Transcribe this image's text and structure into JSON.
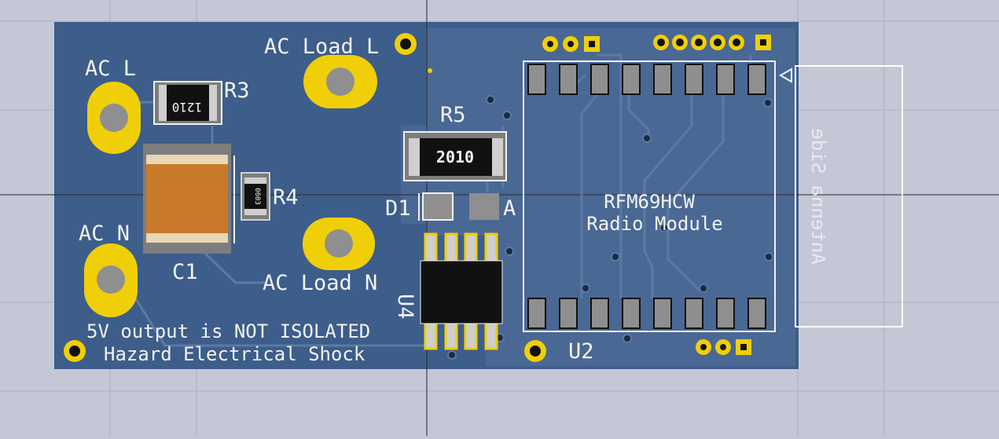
{
  "colors": {
    "background": "#c4c8d6",
    "grid": "#a9adbd",
    "board": "#3d5d8a",
    "board_shade": "#4a6894",
    "copper_trace": "#5a7aa6",
    "pad_gold": "#f0cf08",
    "silk": "#f2f2f2",
    "component_body": "#111111",
    "capacitor_body": "#c87a2a",
    "pad_gray": "#8f8f8f",
    "antenna_outline": "#ffffff",
    "back_silk": "#e6eaf2"
  },
  "labels": {
    "ac_load_l": "AC Load L",
    "ac_load_n": "AC Load N",
    "ac_l": "AC L",
    "ac_n": "AC N",
    "r3": "R3",
    "r4": "R4",
    "r5": "R5",
    "c1": "C1",
    "d1": "D1",
    "d1_anode": "A",
    "u4": "U4",
    "u2": "U2",
    "r3_package": "1210",
    "r4_package": "0603",
    "r5_package": "2010",
    "module_line1": "RFM69HCW",
    "module_line2": "Radio Module",
    "antenna_side": "Antenna Side",
    "warning_line1": "5V output is NOT ISOLATED",
    "warning_line2": "Hazard Electrical Shock"
  }
}
